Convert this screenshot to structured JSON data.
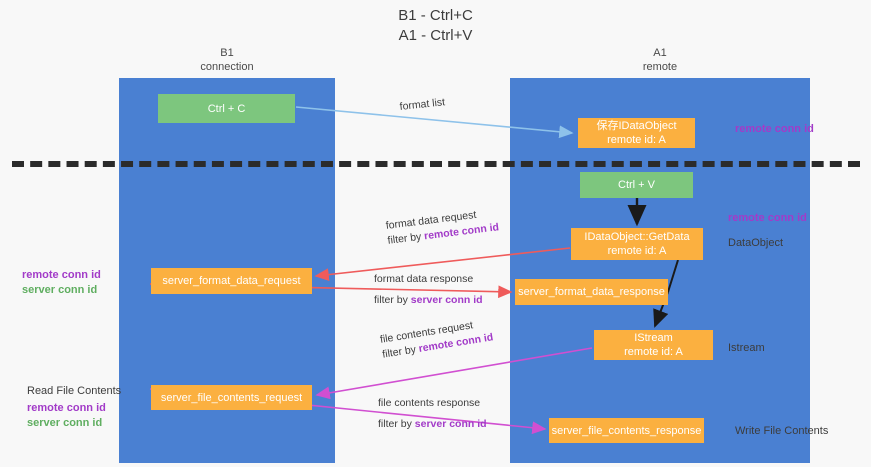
{
  "title": {
    "line1": "B1 - Ctrl+C",
    "line2": "A1 - Ctrl+V"
  },
  "lanes": {
    "left": {
      "name": "B1",
      "role": "connection"
    },
    "right": {
      "name": "A1",
      "role": "remote"
    }
  },
  "nodes": {
    "ctrl_c": {
      "line1": "Ctrl + C",
      "line2": ""
    },
    "save_dataobject": {
      "line1": "保存IDataObject",
      "line2": "remote id: A"
    },
    "ctrl_v": {
      "line1": "Ctrl + V",
      "line2": ""
    },
    "getdata": {
      "line1": "IDataObject::GetData",
      "line2": "remote id: A"
    },
    "server_format_data_request": {
      "line1": "server_format_data_request",
      "line2": ""
    },
    "server_format_data_response": {
      "line1": "server_format_data_response",
      "line2": ""
    },
    "istream": {
      "line1": "IStream",
      "line2": "remote id: A"
    },
    "server_file_contents_request": {
      "line1": "server_file_contents_request",
      "line2": ""
    },
    "server_file_contents_response": {
      "line1": "server_file_contents_response",
      "line2": ""
    }
  },
  "edge_labels": {
    "format_list": {
      "line1": "format list",
      "line2": "",
      "line2_em": ""
    },
    "format_data_request": {
      "line1": "format data request",
      "line2": "filter by ",
      "line2_em": "remote conn id"
    },
    "format_data_response": {
      "line1": "format data response",
      "line2": "filter by ",
      "line2_em": "server conn id"
    },
    "file_contents_request": {
      "line1": "file contents request",
      "line2": "filter by ",
      "line2_em": "remote conn id"
    },
    "file_contents_response": {
      "line1": "file contents response",
      "line2": "filter by ",
      "line2_em": "server conn id"
    }
  },
  "annotations": {
    "remote_conn_id_top": "remote conn id",
    "remote_conn_id_mid": "remote conn id",
    "dataobject": "DataObject",
    "istream": "Istream",
    "write_file_contents": "Write File Contents",
    "read_file_contents": "Read File Contents",
    "left_remote_conn_id_1": "remote conn id",
    "left_server_conn_id_1": "server conn id",
    "left_remote_conn_id_2": "remote conn id",
    "left_server_conn_id_2": "server conn id"
  },
  "colors": {
    "lane_blue": "#4a80d2",
    "node_green": "#7dc67e",
    "node_orange": "#fbb040",
    "purple_text": "#a23bc8",
    "green_text": "#5fae60",
    "arrow_lightblue": "#8ec2ea",
    "arrow_red": "#ef5b5b",
    "arrow_magenta": "#d14fd1",
    "arrow_black": "#1a1a1a",
    "divider_dash": "#2b2b2b",
    "background": "#f8f8f8"
  }
}
